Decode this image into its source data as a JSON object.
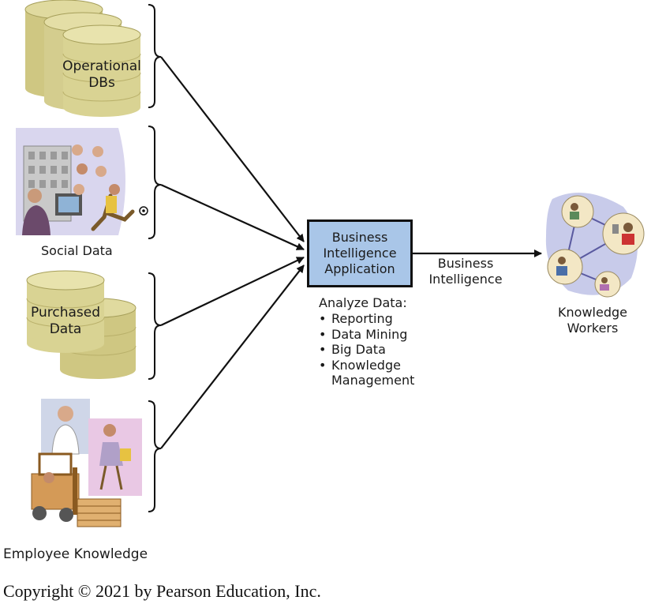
{
  "sources": {
    "operational": "Operational DBs",
    "operational_lines": [
      "Operational",
      "DBs"
    ],
    "social": "Social Data",
    "purchased_lines": [
      "Purchased",
      "Data"
    ],
    "employee": "Employee Knowledge"
  },
  "application": {
    "title_lines": [
      "Business",
      "Intelligence",
      "Application"
    ]
  },
  "output_label_lines": [
    "Business",
    "Intelligence"
  ],
  "analyze": {
    "heading": "Analyze Data:",
    "items": [
      "Reporting",
      "Data Mining",
      "Big Data",
      "Knowledge",
      "Management"
    ]
  },
  "workers_lines": [
    "Knowledge",
    "Workers"
  ],
  "copyright": "Copyright © 2021 by Pearson Education, Inc.",
  "colors": {
    "db_fill": "#d4cd8e",
    "db_shadow": "#b3aa60",
    "box_fill": "#a9c6e8",
    "workers_blob": "#c8cbea",
    "employee_bg": "#e9c8e4"
  },
  "icons": [
    "database-icon",
    "people-illustration",
    "workers-network-icon",
    "forklift-illustration"
  ]
}
